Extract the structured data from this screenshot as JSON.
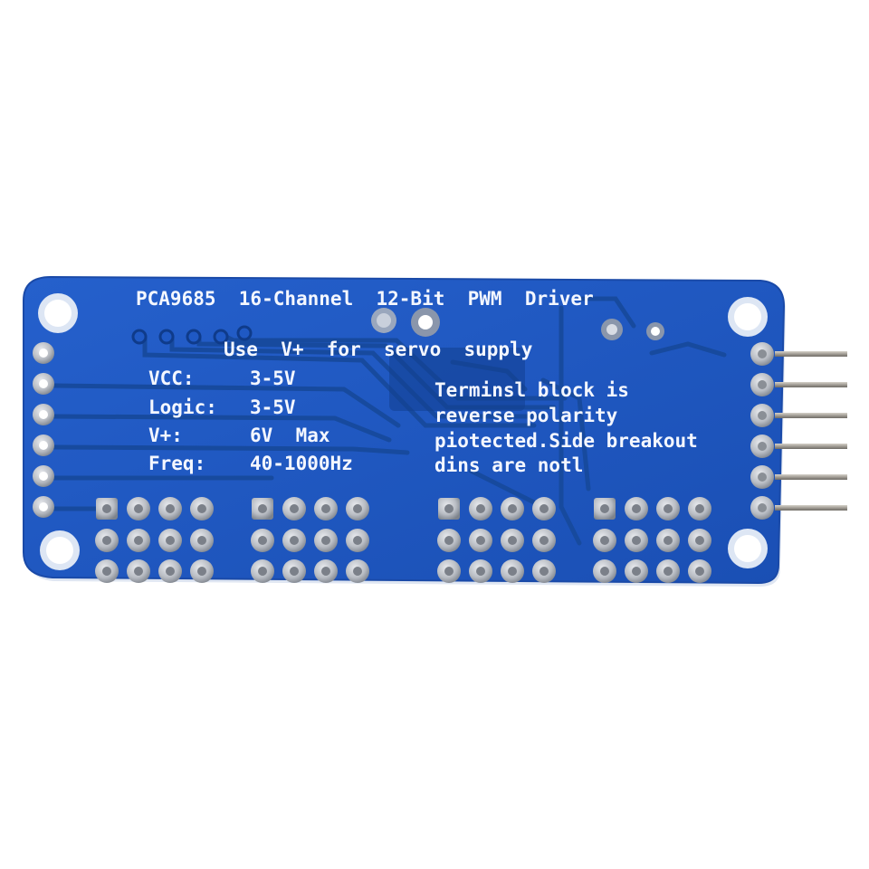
{
  "board": {
    "title": "PCA9685  16-Channel  12-Bit  PWM  Driver",
    "servo_note": "Use  V+  for  servo  supply",
    "specs": [
      {
        "label": "VCC:",
        "value": "3-5V"
      },
      {
        "label": "Logic:",
        "value": "3-5V"
      },
      {
        "label": "V+:",
        "value": "6V  Max"
      },
      {
        "label": "Freq:",
        "value": "40-1000Hz"
      }
    ],
    "terminal_note": [
      "Terminsl block is",
      "reverse polarity",
      "piotected.Side breakout",
      "dins are notl"
    ]
  },
  "colors": {
    "pcb": "#1f59c4",
    "pcb_edge": "#1a4aa8",
    "trace": "#174a9e",
    "silkscreen": "#f4f7ff",
    "pad": "#b9bdc4",
    "pin": "#a7a29a"
  }
}
